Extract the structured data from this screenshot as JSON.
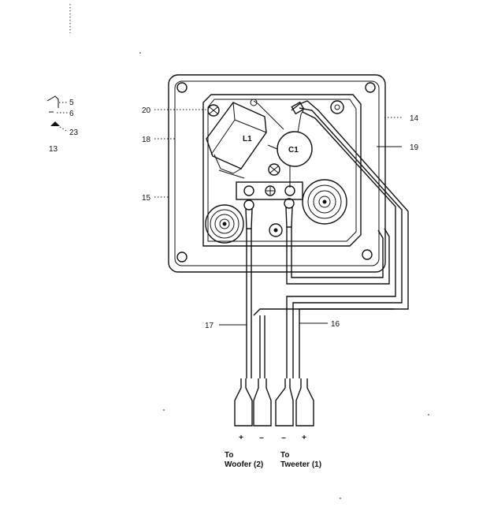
{
  "callouts": {
    "c5": "5",
    "c6": "6",
    "c23": "23",
    "c13": "13",
    "c20": "20",
    "c18": "18",
    "c15": "15",
    "c14": "14",
    "c19": "19",
    "c17": "17",
    "c16": "16"
  },
  "components": {
    "inductor": "L1",
    "capacitor": "C1"
  },
  "terminals": {
    "plus_1": "+",
    "minus_1": "–",
    "minus_2": "–",
    "plus_2": "+"
  },
  "destinations": {
    "woofer_to": "To",
    "woofer_name": "Woofer (2)",
    "tweeter_to": "To",
    "tweeter_name": "Tweeter (1)"
  }
}
